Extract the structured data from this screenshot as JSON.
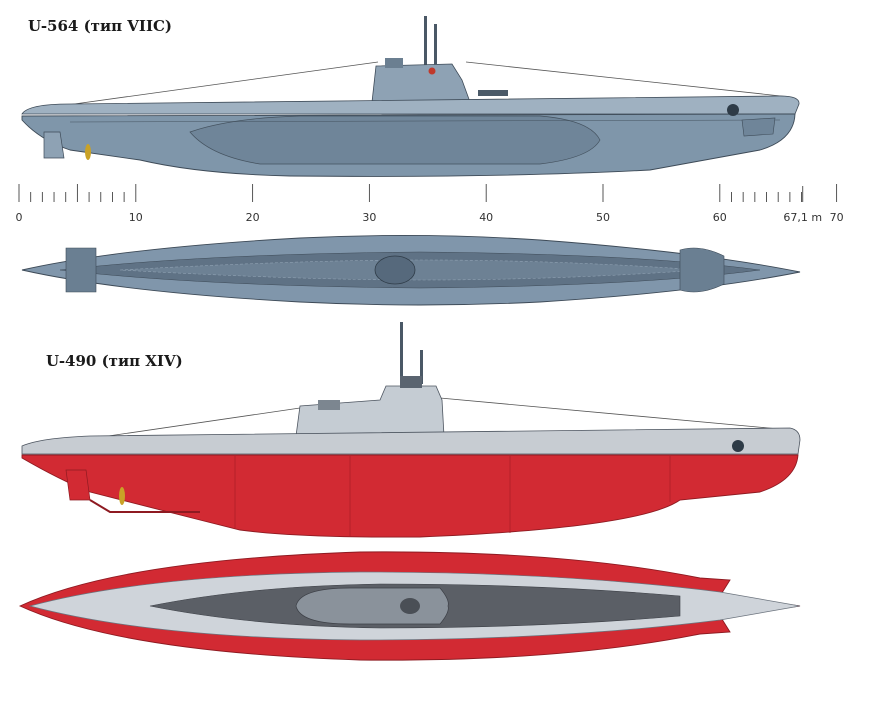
{
  "submarine_a": {
    "title": "U-564 (тип VIIC)"
  },
  "submarine_b": {
    "title": "U-490 (тип XIV)"
  },
  "scale": {
    "labels": [
      {
        "value": 0,
        "text": "0"
      },
      {
        "value": 10,
        "text": "10"
      },
      {
        "value": 20,
        "text": "20"
      },
      {
        "value": 30,
        "text": "30"
      },
      {
        "value": 40,
        "text": "40"
      },
      {
        "value": 50,
        "text": "50"
      },
      {
        "value": 60,
        "text": "60"
      },
      {
        "value": 67.1,
        "text": "67,1 m"
      },
      {
        "value": 70,
        "text": "70"
      }
    ]
  },
  "colors": {
    "hull_gray": "#7f96aa",
    "hull_dark": "#5f7488",
    "deck_gray": "#c7ccd2",
    "hull_red": "#d22a33",
    "red_dark": "#a81d25",
    "deck_dark": "#5b5f66"
  }
}
